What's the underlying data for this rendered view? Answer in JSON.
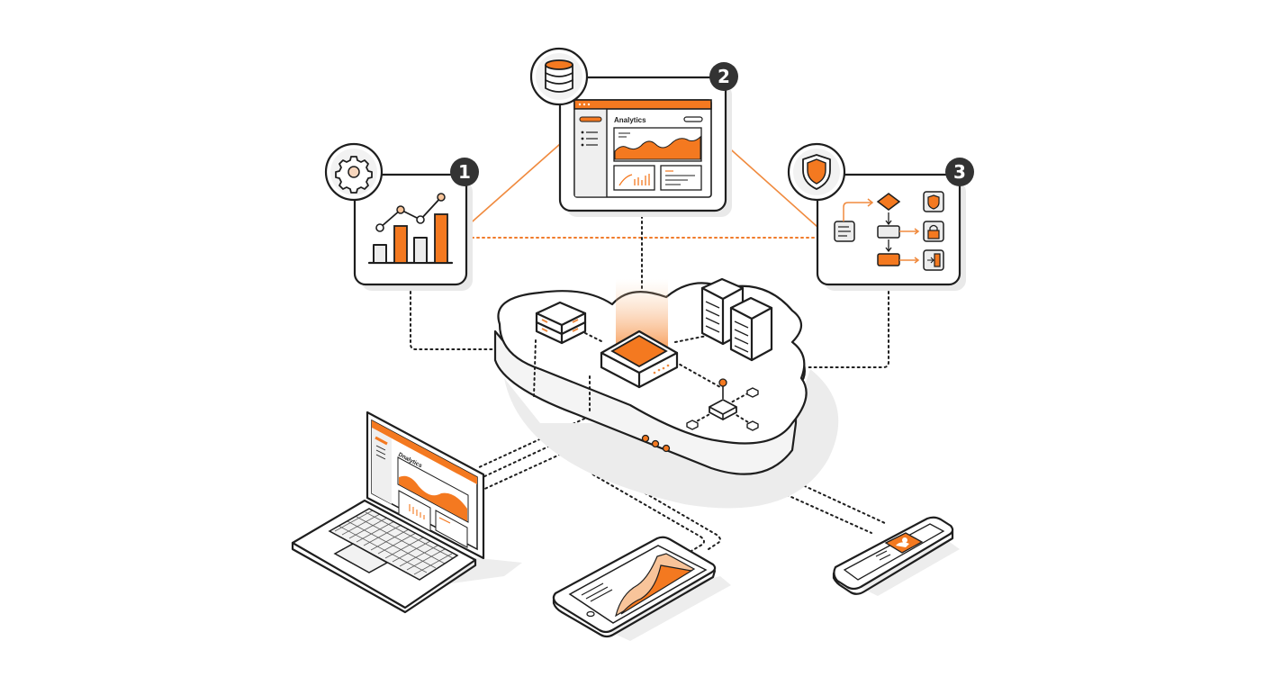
{
  "diagram": {
    "type": "cloud-architecture-illustration",
    "colors": {
      "accent": "#f47920",
      "accent_light": "#f8c49a",
      "ink": "#1e1e1e",
      "surface": "#ffffff",
      "shade": "#ececec",
      "badge": "#333333"
    },
    "panels": [
      {
        "id": "panel-1",
        "badge": "1",
        "icon": "gear-icon",
        "content": "bar-line-chart",
        "bars": [
          "gray",
          "orange",
          "gray",
          "orange"
        ]
      },
      {
        "id": "panel-2",
        "badge": "2",
        "icon": "database-icon",
        "content": "analytics-dashboard",
        "title": "Analytics"
      },
      {
        "id": "panel-3",
        "badge": "3",
        "icon": "shield-icon",
        "content": "security-workflow",
        "workflow_icons": [
          "shield-icon",
          "lock-icon",
          "exit-door-icon"
        ]
      }
    ],
    "cloud": {
      "components": [
        "storage-box",
        "central-processor",
        "server-rack-1",
        "server-rack-2",
        "network-hub"
      ],
      "status_dots": 3
    },
    "devices": [
      {
        "id": "laptop",
        "screen_title": "Dnalytics"
      },
      {
        "id": "tablet",
        "content": "wave-chart"
      },
      {
        "id": "phone",
        "content": "user-profile-icon"
      }
    ]
  }
}
